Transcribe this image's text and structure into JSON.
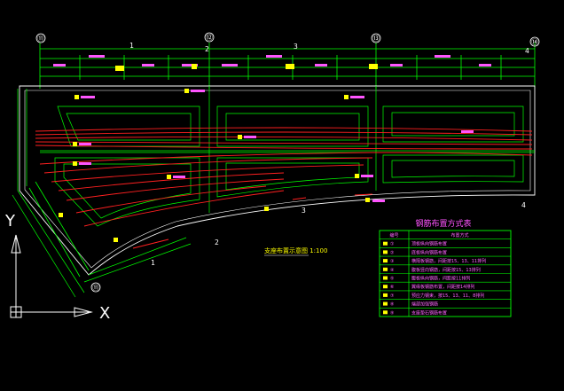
{
  "grid_bubbles": {
    "top": [
      "⑪",
      "⑫",
      "⑬",
      "⑭"
    ],
    "bottom_left": "⑪"
  },
  "span_labels": {
    "top": [
      "1",
      "2",
      "3",
      "4"
    ],
    "bottom": [
      "1",
      "2",
      "3",
      "4"
    ]
  },
  "ucs": {
    "y_label": "Y",
    "x_label": "X"
  },
  "drawing_subtitle": "支座布置示意图 1:100",
  "legend": {
    "title": "钢筋布置方式表",
    "headers": [
      "编号",
      "布置方式"
    ],
    "rows": [
      {
        "code": "①",
        "desc": "顶板纵向钢筋布置"
      },
      {
        "code": "②",
        "desc": "底板纵向钢筋布置"
      },
      {
        "code": "③",
        "desc": "横隔板钢筋，间距按15、13、11排列"
      },
      {
        "code": "④",
        "desc": "腹板竖向钢筋，间距按15、13排列"
      },
      {
        "code": "⑤",
        "desc": "腹板纵向钢筋，间距按11排列"
      },
      {
        "code": "⑥",
        "desc": "翼缘板钢筋布置，间距按14排列"
      },
      {
        "code": "⑦",
        "desc": "预应力钢束，按15、13、11、8排列"
      },
      {
        "code": "⑧",
        "desc": "端部加强钢筋"
      },
      {
        "code": "⑨",
        "desc": "支座垫石钢筋布置"
      }
    ]
  },
  "colors": {
    "background": "#000000",
    "dimension": "#00ff00",
    "outline": "#ffffff",
    "tendon": "#ff2020",
    "magenta": "#ff00ff",
    "yellow": "#ffff00"
  }
}
